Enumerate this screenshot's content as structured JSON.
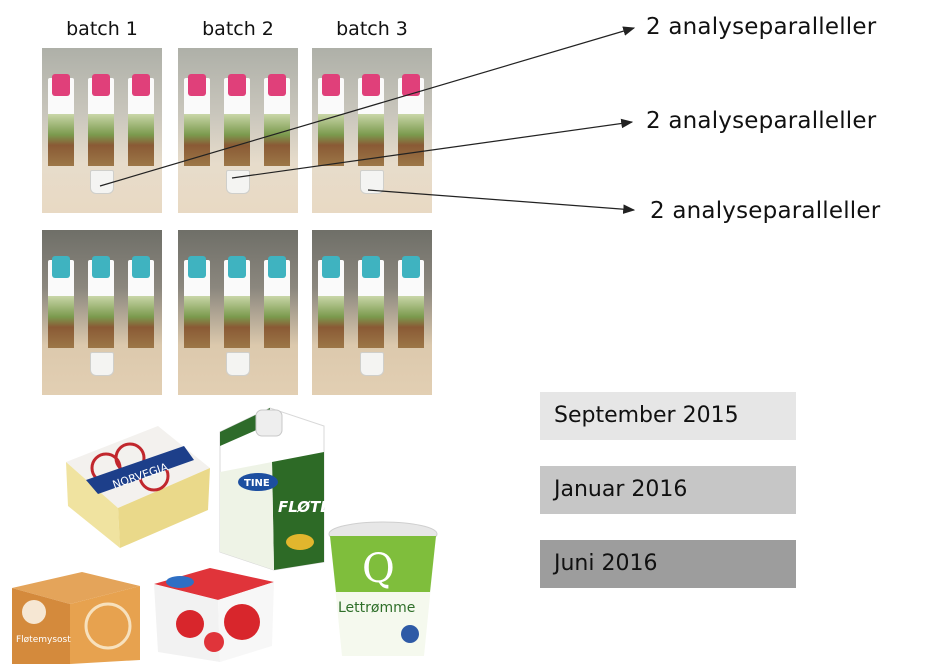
{
  "batches": [
    "batch 1",
    "batch 2",
    "batch 3"
  ],
  "arrow_labels": [
    "2 analyseparalleller",
    "2 analyseparalleller",
    "2 analyseparalleller"
  ],
  "dates": [
    {
      "label": "September 2015",
      "color": "#e6e6e6"
    },
    {
      "label": "Januar 2016",
      "color": "#c6c6c6"
    },
    {
      "label": "Juni 2016",
      "color": "#9d9d9d"
    }
  ],
  "products": {
    "cheese_brand": "NORVEGIA",
    "cream_brand": "TINE",
    "cream_label": "FLØTE",
    "sourcream_logo": "Q",
    "sourcream_label": "Lettrømme",
    "brown_cheese_label": "Fløtemysost"
  },
  "colors": {
    "cap_row1": "#e0407a",
    "cap_row2": "#3fb3c0"
  }
}
